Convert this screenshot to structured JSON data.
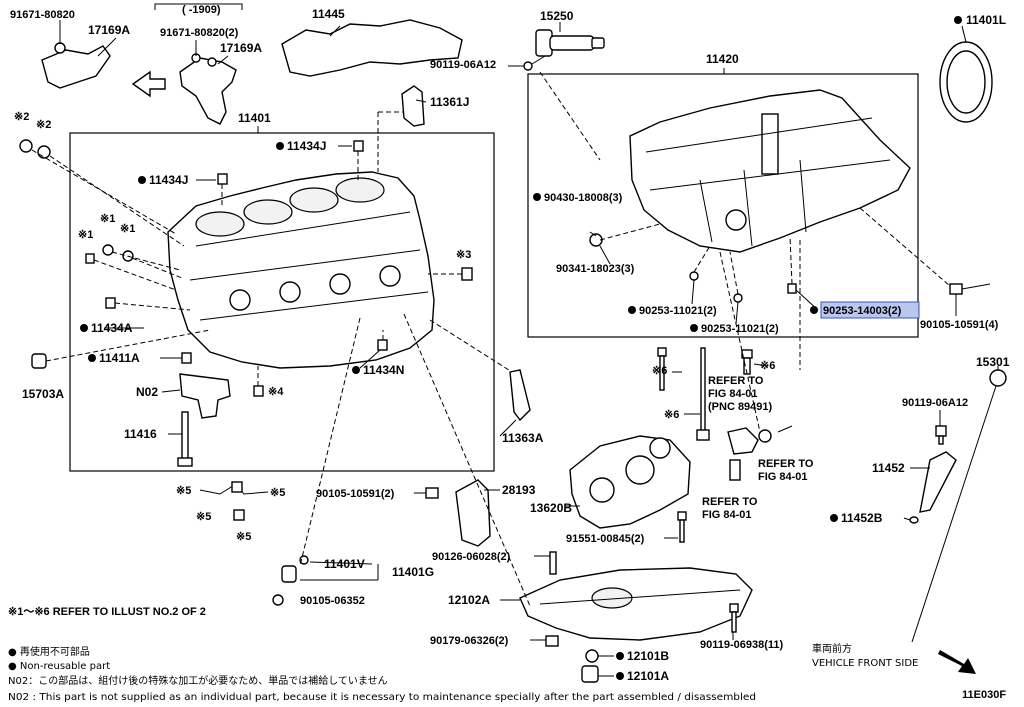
{
  "labels": {
    "l_91671_80820": "91671-80820",
    "l_17169a_1": "17169A",
    "l_date_note": "(    -1909)",
    "l_91671_80820_2": "91671-80820(2)",
    "l_17169a_2": "17169A",
    "l_11445": "11445",
    "l_15250": "15250",
    "l_90119_06a12_top": "90119-06A12",
    "l_11420": "11420",
    "l_11401l": "11401L",
    "l_11361j": "11361J",
    "l_11401": "11401",
    "l_x2a": "※2",
    "l_x2b": "※2",
    "l_11434j_1": "11434J",
    "l_11434j_2": "11434J",
    "l_x1a": "※1",
    "l_x1b": "※1",
    "l_x1c": "※1",
    "l_x3": "※3",
    "l_11434a": "11434A",
    "l_15703a": "15703A",
    "l_11411a": "11411A",
    "l_11434n": "11434N",
    "l_n02": "N02",
    "l_x4": "※4",
    "l_11416": "11416",
    "l_90430": "90430-18008(3)",
    "l_90341": "90341-18023(3)",
    "l_90253_11021_a": "90253-11021(2)",
    "l_90253_11021_b": "90253-11021(2)",
    "l_90253_14003": "90253-14003(2)",
    "l_90105_10591_r": "90105-10591(4)",
    "l_15301": "15301",
    "l_x6a": "※6",
    "l_x6b": "※6",
    "l_x6c": "※6",
    "l_refer1_a": "REFER TO",
    "l_refer1_b": "FIG 84-01",
    "l_refer1_c": "(PNC 89491)",
    "l_11363a": "11363A",
    "l_90119_06a12_r": "90119-06A12",
    "l_11452": "11452",
    "l_refer2_a": "REFER TO",
    "l_refer2_b": "FIG 84-01",
    "l_refer3_a": "REFER TO",
    "l_refer3_b": "FIG 84-01",
    "l_11452b": "11452B",
    "l_x5a": "※5",
    "l_x5b": "※5",
    "l_x5c": "※5",
    "l_x5d": "※5",
    "l_90105_10591_2": "90105-10591(2)",
    "l_28193": "28193",
    "l_13620b": "13620B",
    "l_91551": "91551-00845(2)",
    "l_90126": "90126-06028(2)",
    "l_11401v": "11401V",
    "l_11401g": "11401G",
    "l_90105_06352": "90105-06352",
    "l_12102a": "12102A",
    "l_90179": "90179-06326(2)",
    "l_90119_06938": "90119-06938(11)",
    "l_12101b": "12101B",
    "l_12101a": "12101A",
    "l_vehicle_jp": "車両前方",
    "l_vehicle_en": "VEHICLE FRONT SIDE",
    "l_code": "11E030F"
  },
  "notes": {
    "refer_illust": "※1～※6  REFER TO ILLUST NO.2 OF 2",
    "legend_jp": "● 再使用不可部品",
    "legend_en": "● Non-reusable part",
    "n02_jp": "N02：この部品は、組付け後の特殊な加工が必要なため、単品では補給していません",
    "n02_en": "N02 : This part is not supplied as an individual part, because it is necessary to maintenance specially after the part assembled / disassembled"
  },
  "highlight_color": "#b9c6f0"
}
